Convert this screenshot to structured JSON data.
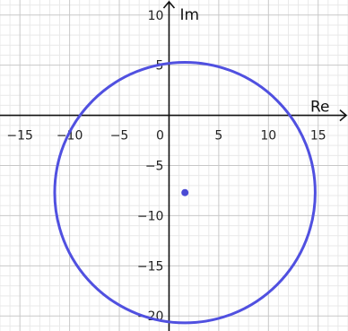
{
  "chart_data": {
    "type": "scatter",
    "title": "",
    "xlabel": "Re",
    "ylabel": "Im",
    "xlim": [
      -17,
      18
    ],
    "ylim": [
      -21.5,
      11.5
    ],
    "grid": true,
    "x_ticks": [
      -15,
      -10,
      -5,
      0,
      5,
      10,
      15
    ],
    "x_tick_labels": [
      "−15",
      "−10",
      "−5",
      "0",
      "5",
      "10",
      "15"
    ],
    "y_ticks": [
      10,
      5,
      -5,
      -10,
      -15,
      -20
    ],
    "y_tick_labels": [
      "10",
      "5",
      "−5",
      "−10",
      "−15",
      "−20"
    ],
    "circle": {
      "center": [
        1.6,
        -7.7
      ],
      "radius": 13.1
    },
    "point": {
      "x": 1.6,
      "y": -7.7
    },
    "colors": {
      "circle": "#5050e0",
      "point": "#4a4ad4",
      "axis": "#111111",
      "grid_major": "#c8c8c8",
      "grid_minor": "#e9e9e9"
    }
  }
}
